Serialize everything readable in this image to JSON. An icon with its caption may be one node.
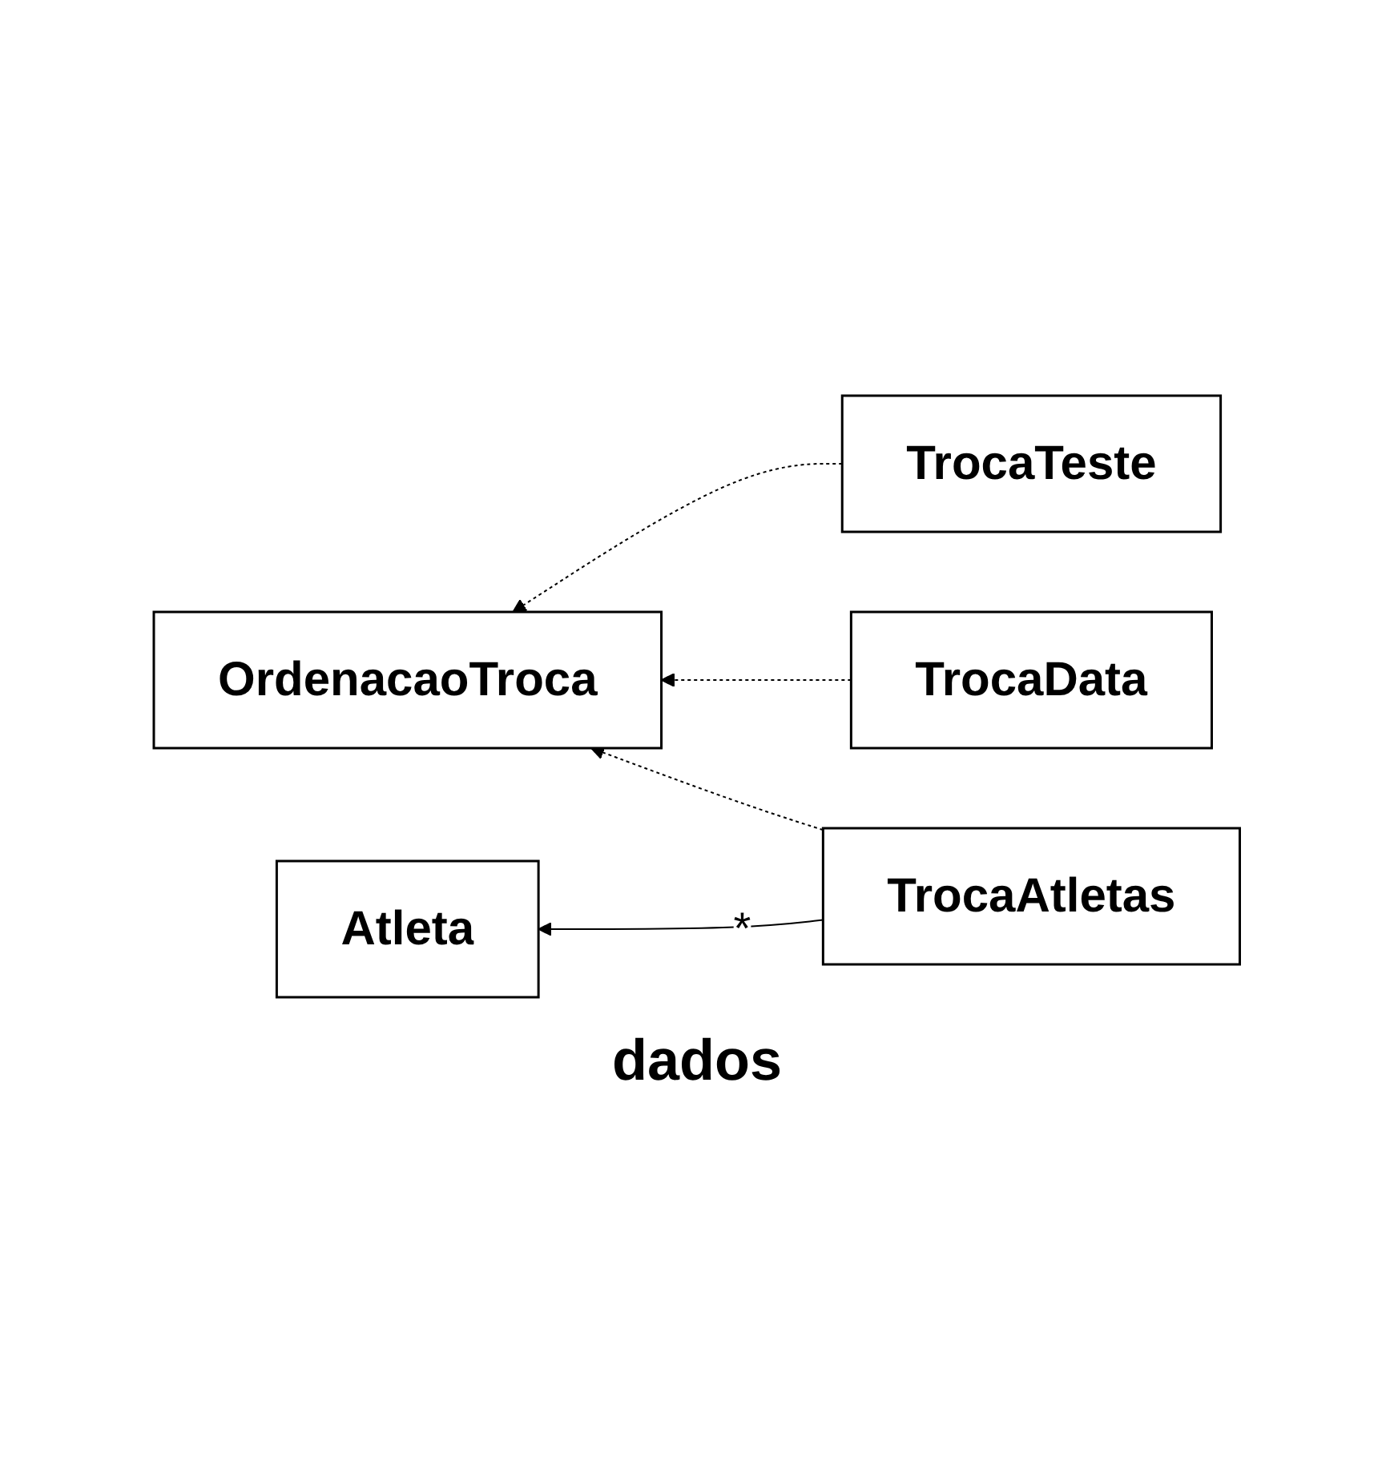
{
  "diagram": {
    "nodes": [
      {
        "text": [
          "TrocaTeste"
        ]
      },
      {
        "text": [
          "OrdenacaoTroca"
        ]
      },
      {
        "text": [
          "TrocaData"
        ]
      },
      {
        "text": [
          "TrocaAtletas"
        ]
      },
      {
        "text": [
          "Atleta"
        ]
      }
    ],
    "edges": [
      {
        "from": 0,
        "to": 1,
        "arrow": "to",
        "style": "dashed"
      },
      {
        "from": 2,
        "to": 1,
        "arrow": "to",
        "style": "dashed"
      },
      {
        "from": 3,
        "to": 1,
        "arrow": "to",
        "style": "dashed"
      },
      {
        "from": 3,
        "to": 4,
        "arrow": "to",
        "label": "*"
      }
    ],
    "labels": [
      "dados"
    ]
  }
}
